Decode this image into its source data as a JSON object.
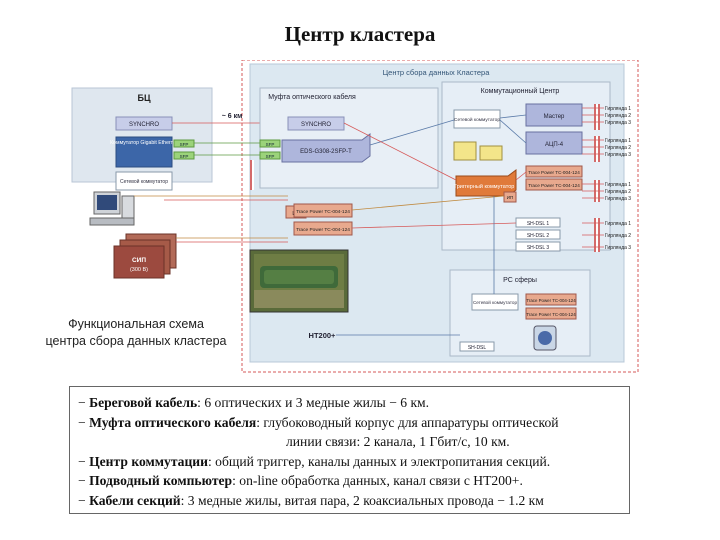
{
  "title": "Центр кластера",
  "diagram": {
    "bc_label": "БЦ",
    "center_title": "Центр сбора данных Кластера",
    "coupling_title": "Муфта оптического кабеля",
    "switching_title": "Коммутационный Центр",
    "pc_title": "PC сферы",
    "synchro_left": "SYNCHRO",
    "synchro_right": "SYNCHRO",
    "km_label": "~ 6 км",
    "gigabit_switch": "Коммутатор Gigabit Ethernet",
    "sfp": "SFP",
    "net_switch_left": "Сетевой коммутатор",
    "eds_label": "EDS-G308-2SFP-T",
    "net_switch_center": "Сетевой коммутатор",
    "master": "Мастер",
    "adc": "АЦП-4",
    "trigger": "Триггерный коммутатор",
    "trace_power_1": "Trace Power TC-004-124",
    "trace_power_2": "Trace Power TC-004-124",
    "trace_power_3": "Trace Power TC-004-124",
    "trace_power_4": "Trace Power TC-004-124",
    "trace_power_5": "Trace Power TC-004-124",
    "trace_power_6": "Trace Power TC-004-124",
    "ps_left": "ИП",
    "ps_mid": "ИП",
    "shdsl_1": "SH-DSL 1",
    "shdsl_2": "SH-DSL 2",
    "shdsl_3": "SH-DSL 3",
    "shdsl_pc": "SH-DSL",
    "net_switch_pc": "Сетевой коммутатор",
    "sip_label": "СИП",
    "sip_sub": "(300 В)",
    "ht200": "HT200+",
    "garlands": [
      "Гирлянда 1",
      "Гирлянда 2",
      "Гирлянда 3",
      "Гирлянда 1",
      "Гирлянда 2",
      "Гирлянда 3",
      "Гирлянда 1",
      "Гирлянда 2",
      "Гирлянда 3",
      "Гирлянда 1",
      "Гирлянда 2",
      "Гирлянда 3"
    ]
  },
  "caption": {
    "line1": "Функциональная схема",
    "line2": "центра сбора данных кластера"
  },
  "description": [
    {
      "dash": "− ",
      "bold": "Береговой кабель",
      "text": ": 6 оптических и 3 медные жилы − 6 км."
    },
    {
      "dash": "− ",
      "bold": "Муфта оптического кабеля",
      "text": ": глубоководный корпус для аппаратуры  оптической"
    },
    {
      "dash": "",
      "bold": "",
      "text": "линии связи: 2 канала, 1 Гбит/с, 10 км."
    },
    {
      "dash": "− ",
      "bold": "Центр коммутации",
      "text": ": общий триггер, каналы данных и электропитания секций."
    },
    {
      "dash": "− ",
      "bold": "Подводный компьютер",
      "text": ": on-line обработка данных, канал связи с HT200+."
    },
    {
      "dash": "− ",
      "bold": "Кабели секций",
      "text": ": 3 медные жилы, витая пара, 2 коаксиальных провода − 1.2 км"
    }
  ],
  "colors": {
    "center_bg": "#dce8f1",
    "frame_red": "#d65a5a",
    "lav": "#aeb6dc",
    "blue_box": "#3c66a8",
    "green": "#9bd37a",
    "orange": "#e07a3a",
    "salmon": "#e8a98e",
    "yellow": "#f3e58a",
    "dark_red": "#9c4a3f"
  }
}
